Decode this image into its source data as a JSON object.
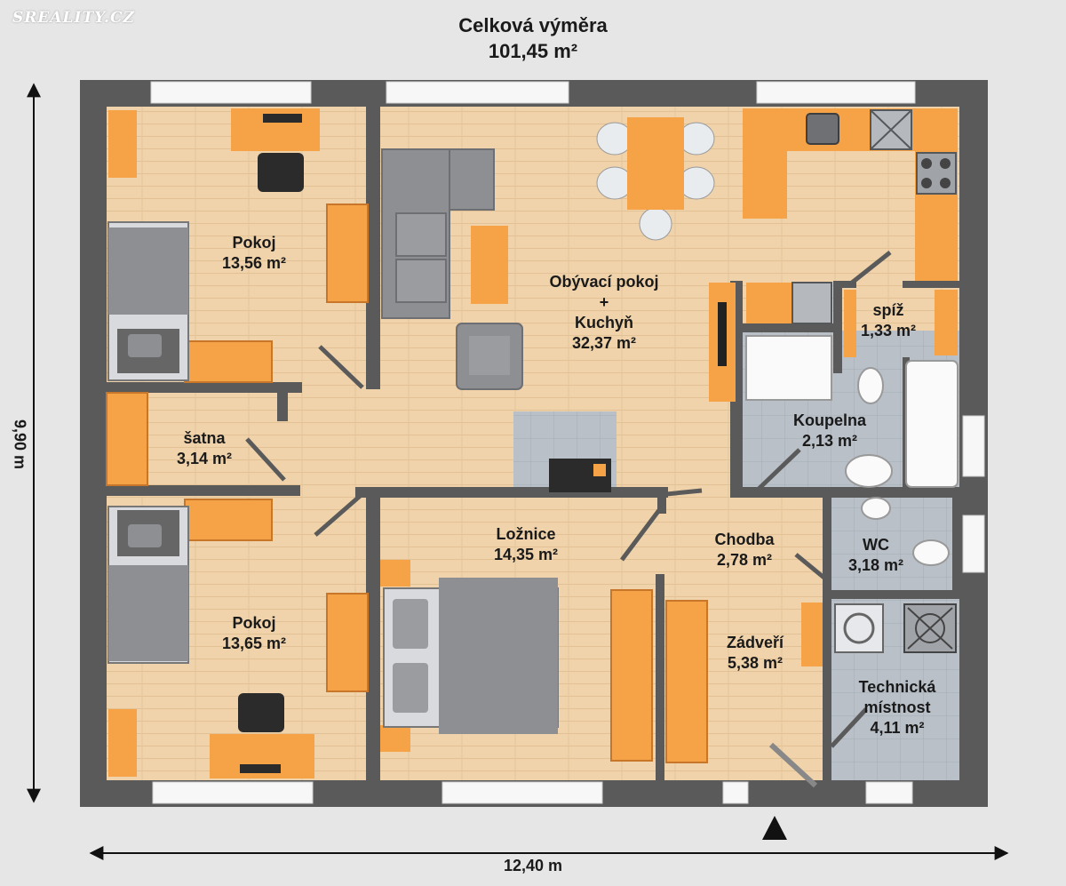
{
  "watermark": "SREALITY.CZ",
  "total_area": {
    "title": "Celková výměra",
    "value": "101,45 m²"
  },
  "dimensions": {
    "width": "12,40 m",
    "height": "9,90 m"
  },
  "rooms": [
    {
      "name": "Pokoj",
      "area": "13,56 m²"
    },
    {
      "name": "Obývací pokoj",
      "extra": "+",
      "name2": "Kuchyň",
      "area": "32,37 m²"
    },
    {
      "name": "spíž",
      "area": "1,33 m²"
    },
    {
      "name": "Koupelna",
      "area": "2,13 m²"
    },
    {
      "name": "šatna",
      "area": "3,14 m²"
    },
    {
      "name": "Ložnice",
      "area": "14,35 m²"
    },
    {
      "name": "Chodba",
      "area": "2,78 m²"
    },
    {
      "name": "WC",
      "area": "3,18 m²"
    },
    {
      "name": "Pokoj",
      "area": "13,65 m²"
    },
    {
      "name": "Zádveří",
      "area": "5,38 m²"
    },
    {
      "name": "Technická",
      "name2": "místnost",
      "area": "4,11 m²"
    }
  ],
  "colors": {
    "wall": "#5a5a5a",
    "floor_wood": "#f0d3ab",
    "floor_tile": "#b9c0c8",
    "furniture_orange": "#f6a347",
    "upholstery_gray": "#8d8f92",
    "background": "#e6e6e6"
  }
}
